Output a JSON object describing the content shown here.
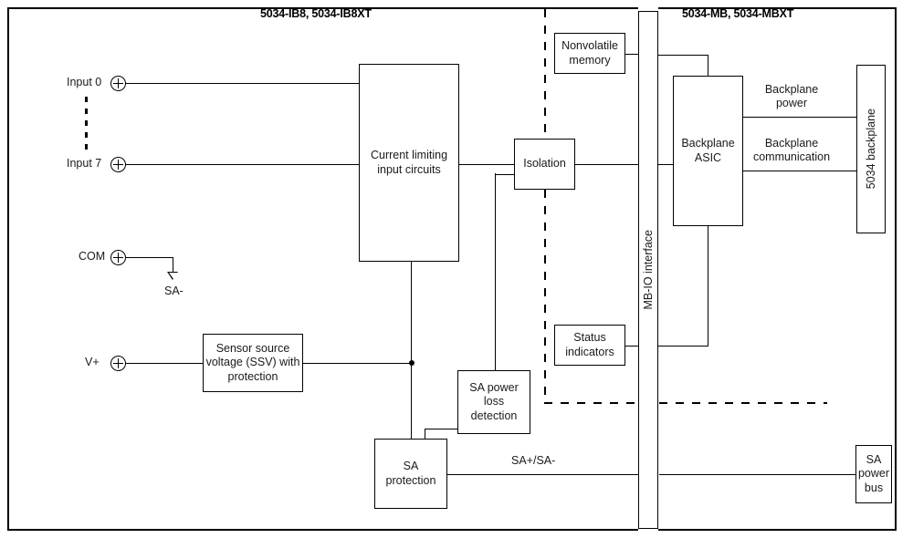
{
  "diagram": {
    "title_left": "5034-IB8, 5034-IB8XT",
    "title_right": "5034-MB, 5034-MBXT",
    "terminals": [
      {
        "name": "input-0",
        "label": "Input 0"
      },
      {
        "name": "input-7",
        "label": "Input 7"
      },
      {
        "name": "com",
        "label": "COM"
      },
      {
        "name": "v-plus",
        "label": "V+"
      }
    ],
    "ground_label": "SA-",
    "blocks": {
      "current_limiting": "Current limiting input circuits",
      "isolation": "Isolation",
      "nonvolatile_memory": "Nonvolatile memory",
      "status_indicators": "Status indicators",
      "ssv": "Sensor source voltage (SSV) with protection",
      "sa_power_loss": "SA power loss detection",
      "sa_protection": "SA protection",
      "mb_io_interface": "MB-IO interface",
      "backplane_asic": "Backplane ASIC",
      "backplane_5034": "5034 backplane",
      "sa_power_bus": "SA power bus"
    },
    "signal_labels": {
      "backplane_power": "Backplane power",
      "backplane_communication": "Backplane communication",
      "sa_bus": "SA+/SA-"
    },
    "colors": {
      "line": "#000000",
      "text": "#1a1a1a",
      "background": "#ffffff"
    }
  }
}
